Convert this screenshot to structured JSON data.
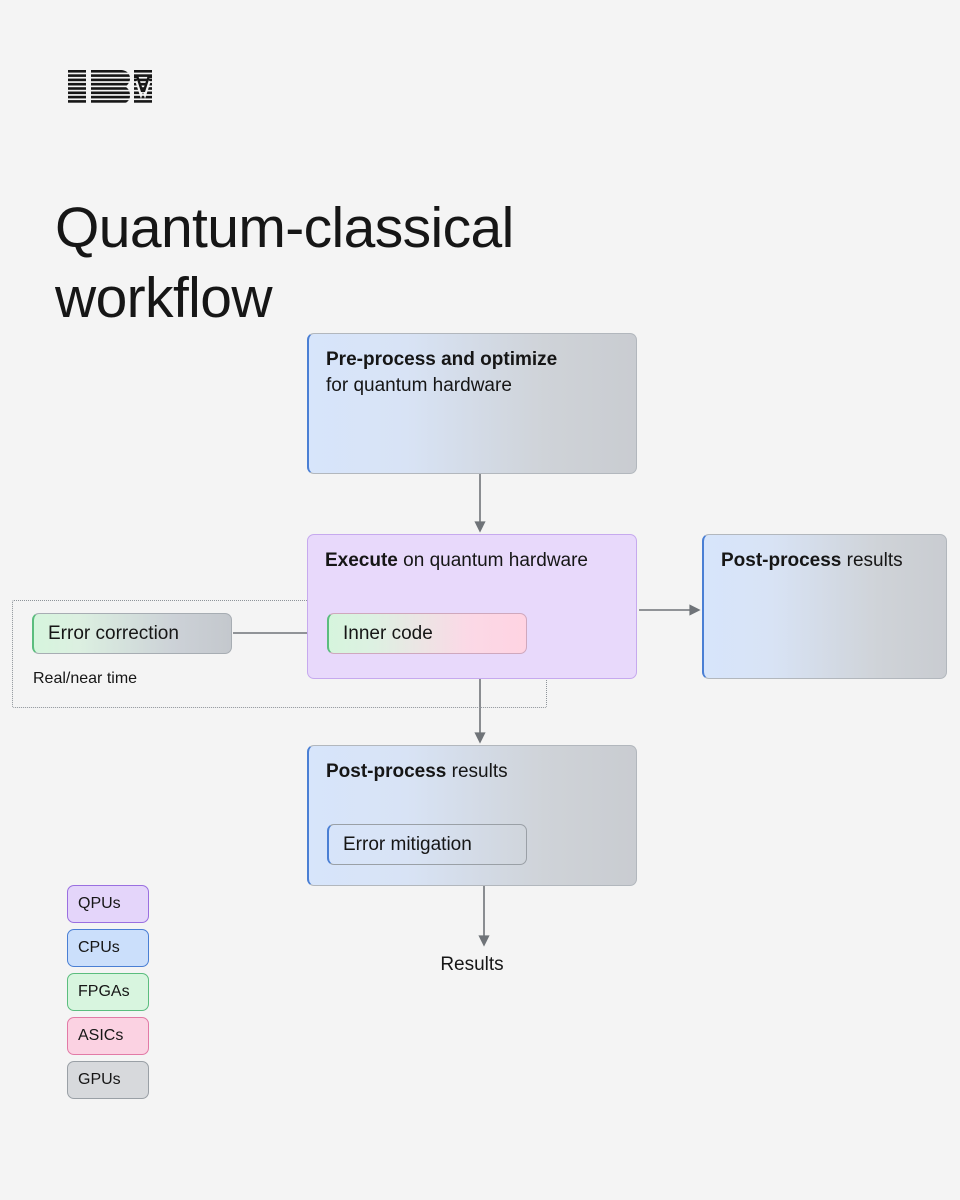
{
  "brand": {
    "logo": "ibm-logo",
    "name": "IBM"
  },
  "header": {
    "title": "Quantum-classical workflow"
  },
  "diagram": {
    "nodes": [
      {
        "id": "preprocess",
        "title_bold": "Pre-process and optimize",
        "title_rest": "",
        "subtitle": "for quantum hardware",
        "color": "#d7e5fb",
        "accent": "#4a7fd4"
      },
      {
        "id": "execute",
        "title_bold": "Execute",
        "title_rest": " on quantum hardware",
        "color": "#e8d9fb",
        "accent": "#c6a9ee"
      },
      {
        "id": "postprocess-right",
        "title_bold": "Post-process",
        "title_rest": " results",
        "color": "#d7e5fb",
        "accent": "#4a7fd4"
      },
      {
        "id": "postprocess-bottom",
        "title_bold": "Post-process",
        "title_rest": " results",
        "color": "#d7e5fb",
        "accent": "#4a7fd4"
      }
    ],
    "subnodes": [
      {
        "id": "inner-code",
        "label": "Inner code",
        "accent": "#5bbd7e"
      },
      {
        "id": "error-mitigation",
        "label": "Error mitigation",
        "accent": "#4a7fd4"
      },
      {
        "id": "error-correction",
        "label": "Error correction",
        "accent": "#5bbd7e"
      }
    ],
    "region": {
      "label": "Real/near time",
      "style": "dotted"
    },
    "terminal": {
      "label": "Results"
    },
    "connectors": [
      {
        "from": "preprocess",
        "to": "execute",
        "direction": "down",
        "arrow": true
      },
      {
        "from": "execute",
        "to": "postprocess-right",
        "direction": "right",
        "arrow": true
      },
      {
        "from": "execute",
        "to": "postprocess-bottom",
        "direction": "down",
        "arrow": true
      },
      {
        "from": "postprocess-bottom",
        "to": "results",
        "direction": "down",
        "arrow": true
      },
      {
        "from": "error-correction",
        "to": "inner-code",
        "direction": "right",
        "arrow": false
      }
    ]
  },
  "legend": {
    "items": [
      {
        "label": "QPUs",
        "fill": "#e4d5fa",
        "stroke": "#9a6fe0"
      },
      {
        "label": "CPUs",
        "fill": "#cbdffb",
        "stroke": "#4a7fd4"
      },
      {
        "label": "FPGAs",
        "fill": "#d8f5df",
        "stroke": "#5bbd7e"
      },
      {
        "label": "ASICs",
        "fill": "#fbd2e2",
        "stroke": "#e27aa6"
      },
      {
        "label": "GPUs",
        "fill": "#d7d9dc",
        "stroke": "#9aa0a6"
      }
    ]
  }
}
